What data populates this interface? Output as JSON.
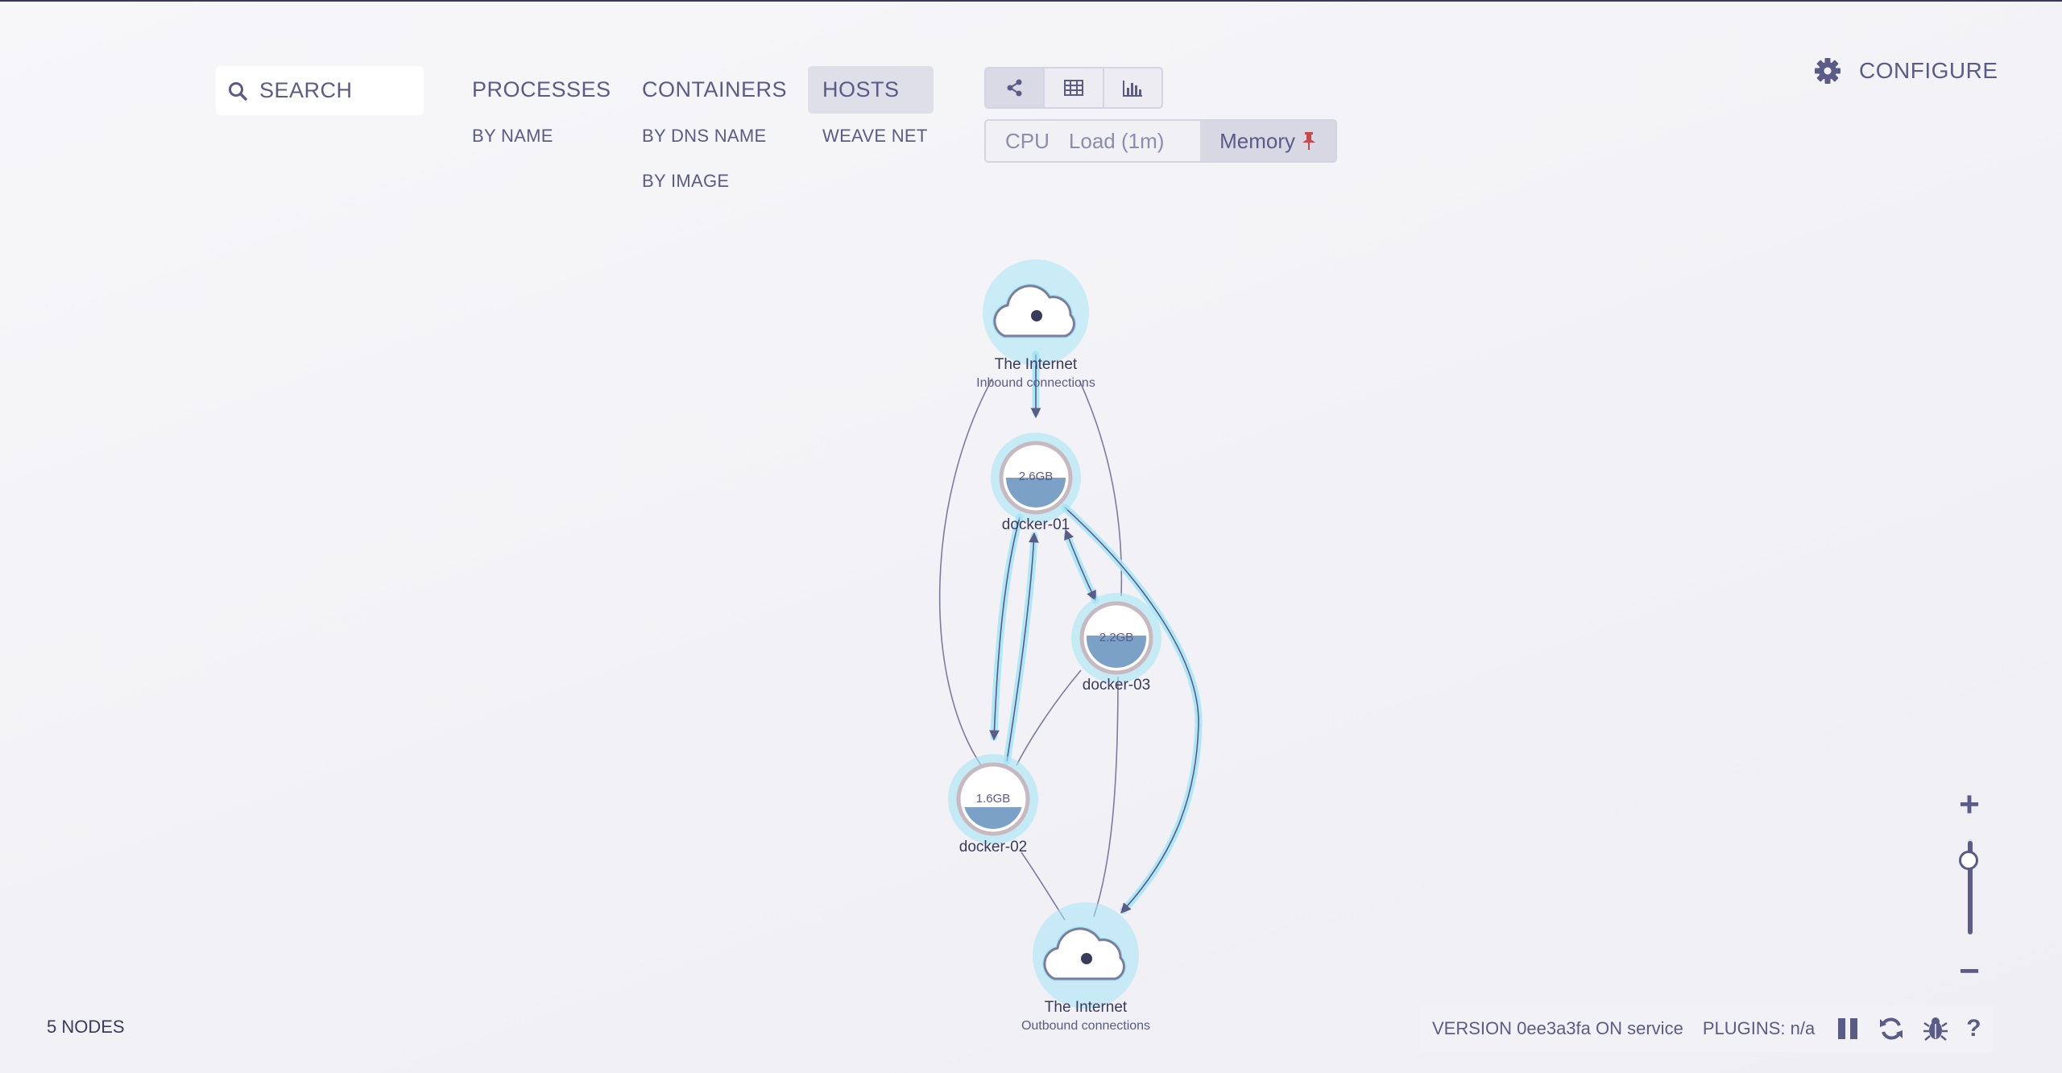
{
  "search": {
    "placeholder": "SEARCH"
  },
  "topologies": [
    {
      "label": "PROCESSES",
      "subs": [
        "BY NAME"
      ]
    },
    {
      "label": "CONTAINERS",
      "subs": [
        "BY DNS NAME",
        "BY IMAGE"
      ]
    },
    {
      "label": "HOSTS",
      "subs": [
        "WEAVE NET"
      ],
      "active": true
    }
  ],
  "view_modes": [
    {
      "icon": "graph-icon",
      "active": true
    },
    {
      "icon": "table-icon",
      "active": false
    },
    {
      "icon": "resources-icon",
      "active": false
    }
  ],
  "metrics": {
    "items": [
      "CPU",
      "Load (1m)",
      "Memory"
    ],
    "selected": "Memory",
    "pinned_icon": "pin-icon",
    "pin_color": "#c44a4a"
  },
  "configure": {
    "label": "CONFIGURE",
    "icon": "gear-icon"
  },
  "graph": {
    "nodes": [
      {
        "id": "internet-in",
        "label": "The Internet",
        "sublabel": "Inbound connections",
        "shape": "cloud"
      },
      {
        "id": "docker-01",
        "label": "docker-01",
        "metric": "2.6GB",
        "fill": 0.55
      },
      {
        "id": "docker-03",
        "label": "docker-03",
        "metric": "2.2GB",
        "fill": 0.55
      },
      {
        "id": "docker-02",
        "label": "docker-02",
        "metric": "1.6GB",
        "fill": 0.3
      },
      {
        "id": "internet-out",
        "label": "The Internet",
        "sublabel": "Outbound connections",
        "shape": "cloud"
      }
    ],
    "edges": [
      [
        "internet-in",
        "docker-01"
      ],
      [
        "internet-in",
        "docker-02"
      ],
      [
        "internet-in",
        "docker-03"
      ],
      [
        "docker-01",
        "docker-02"
      ],
      [
        "docker-02",
        "docker-01"
      ],
      [
        "docker-03",
        "docker-01"
      ],
      [
        "docker-01",
        "internet-out"
      ],
      [
        "docker-03",
        "docker-02"
      ],
      [
        "docker-03",
        "internet-out"
      ],
      [
        "docker-02",
        "internet-out"
      ]
    ],
    "colors": {
      "highlight": "#a6e6f5",
      "node_fill": "#7ba1c7",
      "edge": "#7c7c9c"
    }
  },
  "zoom": {
    "level": 0.86
  },
  "footer": {
    "nodes_count": "5 NODES",
    "version": "VERSION 0ee3a3fa ON service",
    "plugins": "PLUGINS: n/a",
    "icons": [
      "pause-icon",
      "refresh-icon",
      "bug-icon",
      "help-icon"
    ]
  }
}
